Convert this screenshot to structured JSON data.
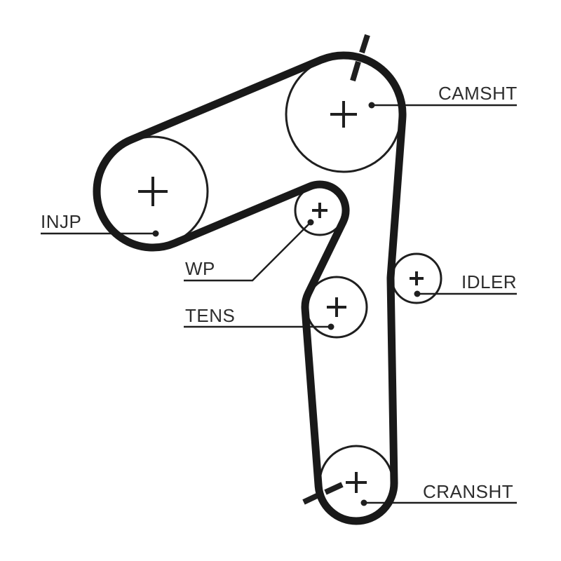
{
  "diagram": {
    "type": "timing-belt-routing-diagram",
    "labels": {
      "camshaft": "CAMSHT",
      "injection_pump": "INJP",
      "water_pump": "WP",
      "tensioner": "TENS",
      "idler": "IDLER",
      "crankshaft": "CRANSHT"
    },
    "colors": {
      "background": "#ffffff",
      "belt": "#191919",
      "outline": "#1f1f1f",
      "label_text": "#2d2d2d"
    }
  }
}
